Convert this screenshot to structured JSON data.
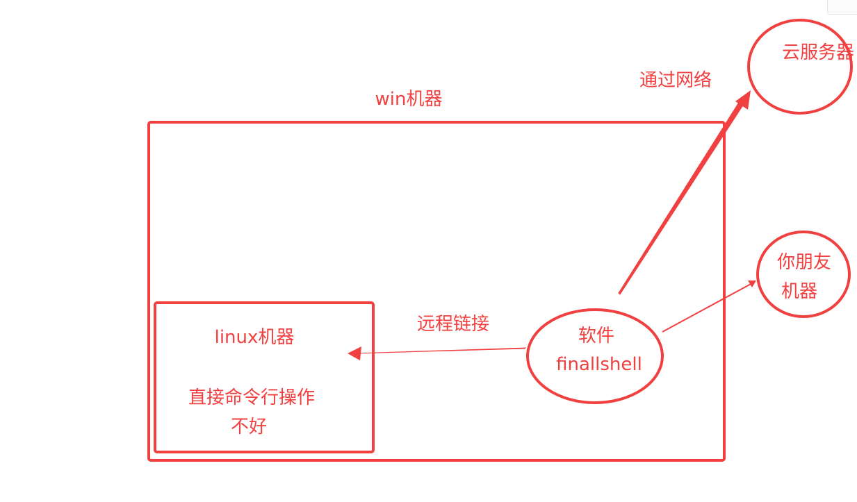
{
  "colors": {
    "annotation": "#f04040",
    "background": "#ffffff"
  },
  "labels": {
    "win_machine": "win机器",
    "linux_machine": "linux机器",
    "direct_cli_line1": "直接命令行操作",
    "direct_cli_line2": "不好",
    "remote_connect": "远程链接",
    "software_line1": "软件",
    "software_line2": "finallshell",
    "via_network": "通过网络",
    "cloud_server": "云服务器",
    "friend_machine_line1": "你朋友",
    "friend_machine_line2": "机器"
  }
}
